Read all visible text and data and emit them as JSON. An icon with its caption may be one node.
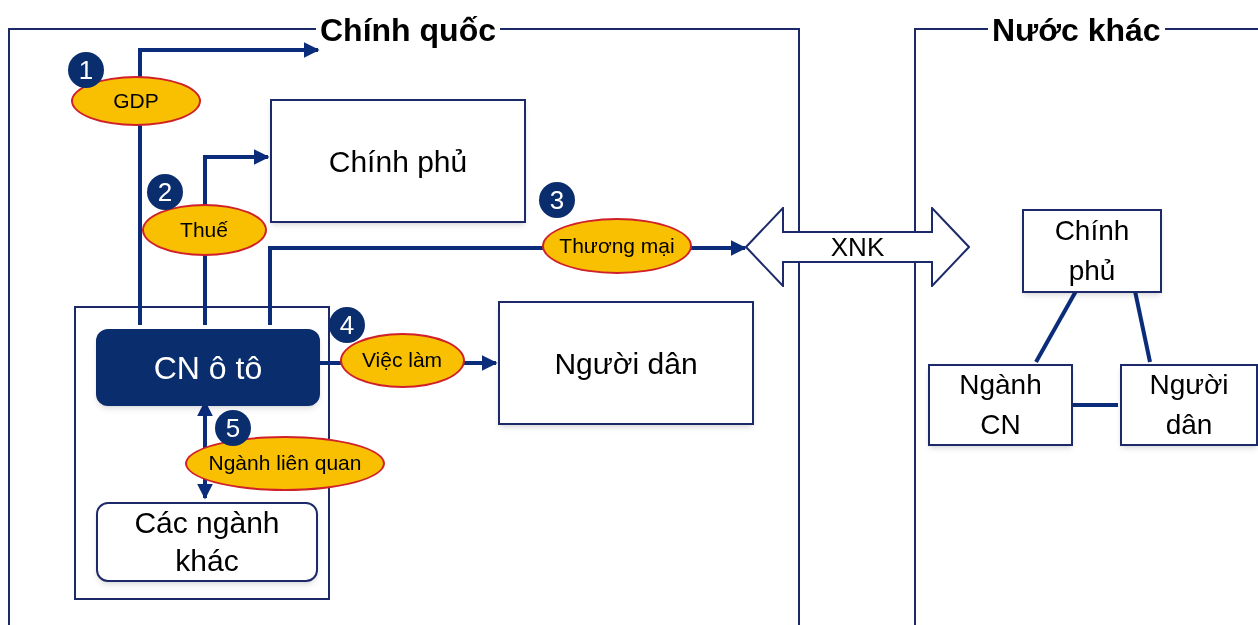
{
  "diagram": {
    "nodes": [
      {
        "text": [
          "Chính quốc"
        ]
      },
      {
        "text": [
          "Nước khác"
        ]
      },
      {
        "text": [],
        "shape": "box",
        "in": 0
      },
      {
        "text": [
          "CN ô tô"
        ],
        "in": 2
      },
      {
        "text": [
          "Các ngành khác"
        ],
        "in": 2
      },
      {
        "text": [
          "Chính phủ"
        ],
        "in": 0
      },
      {
        "text": [
          "Người dân"
        ],
        "in": 0
      },
      {
        "text": [
          "XNK"
        ]
      },
      {
        "text": [
          "Chính phủ"
        ],
        "in": 1
      },
      {
        "text": [
          "Ngành CN"
        ],
        "in": 1
      },
      {
        "text": [
          "Người dân"
        ],
        "in": 1
      }
    ],
    "edges": [
      {
        "from": 3,
        "to": null,
        "arrow": "to",
        "label": "GDP"
      },
      {
        "from": 3,
        "to": 5,
        "arrow": "to",
        "label": "Thuế"
      },
      {
        "from": 3,
        "to": 7,
        "arrow": "to",
        "label": "Thương mại"
      },
      {
        "from": 3,
        "to": 6,
        "arrow": "to",
        "label": "Việc làm"
      },
      {
        "from": 3,
        "to": 4,
        "arrow": "both",
        "label": "Ngành liên quan"
      },
      {
        "from": 8,
        "to": 9,
        "arrow": "none"
      },
      {
        "from": 8,
        "to": 10,
        "arrow": "none"
      },
      {
        "from": 9,
        "to": 10,
        "arrow": "none"
      }
    ],
    "labels": [
      "1",
      "2",
      "3",
      "4",
      "5"
    ]
  }
}
